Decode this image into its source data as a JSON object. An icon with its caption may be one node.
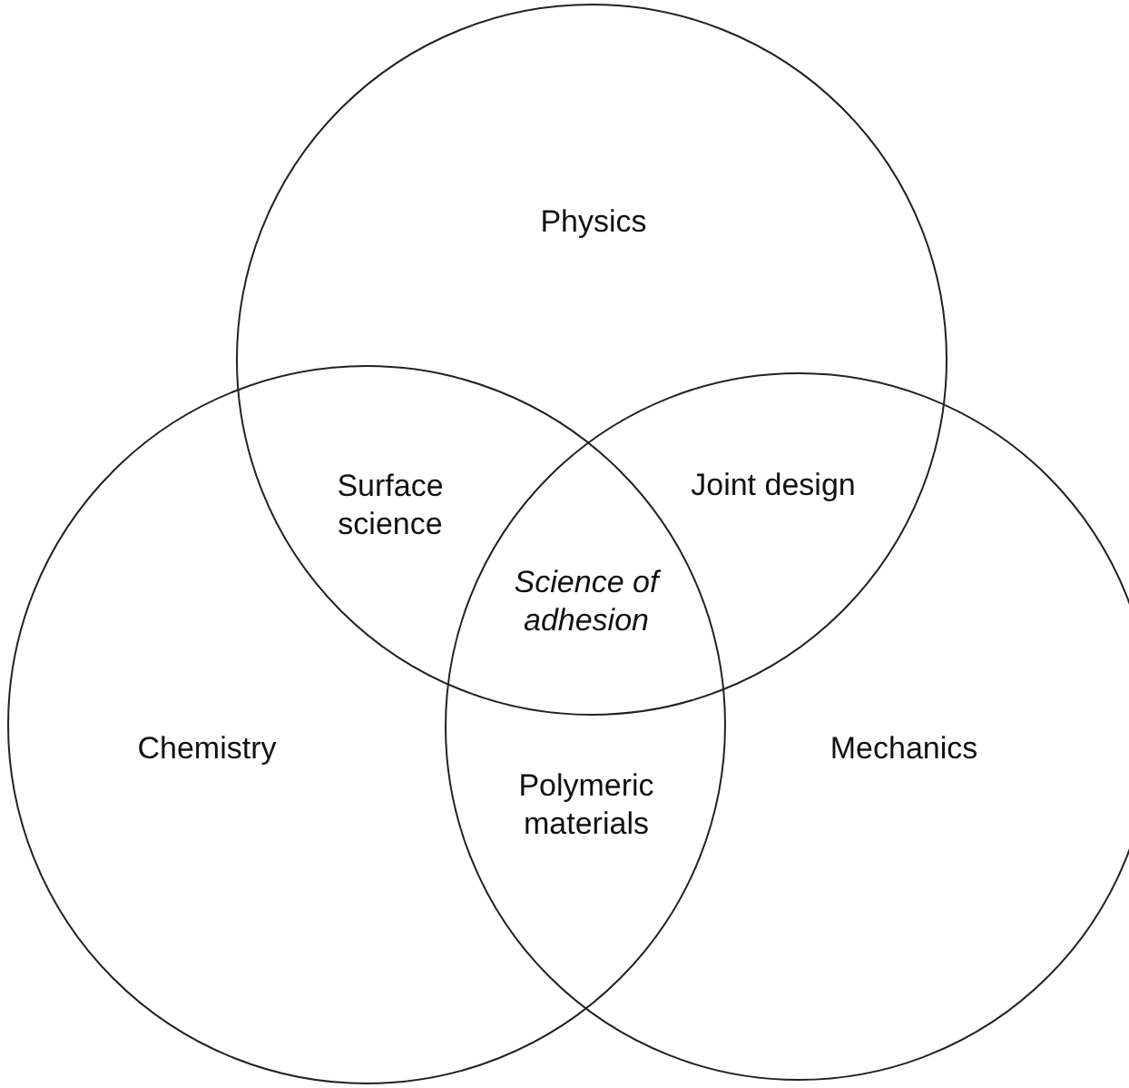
{
  "diagram": {
    "nodes": [
      {
        "text": [
          "Physics"
        ]
      },
      {
        "text": [
          "Chemistry"
        ]
      },
      {
        "text": [
          "Mechanics"
        ]
      }
    ],
    "labels": [
      "Surface science",
      "Joint design",
      "Science of adhesion",
      "Polymeric materials"
    ]
  }
}
